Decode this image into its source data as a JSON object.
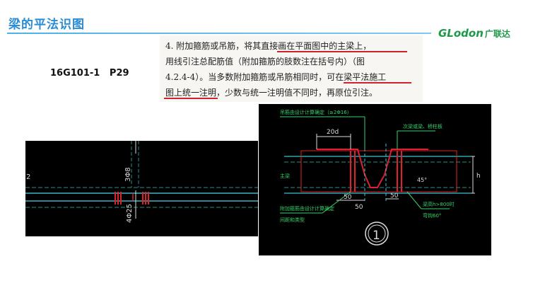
{
  "header": {
    "title": "梁的平法识图",
    "logo_latin": "GLodon",
    "logo_cn": "广联达"
  },
  "reference": "16G101-1   P29",
  "excerpt": {
    "lines": [
      "4. 附加箍筋或吊筋，将其直接画在平面图中的主梁上，",
      "用线引注总配筋值（附加箍筋的肢数注在括号内）（图",
      "4.2.4-4）。当多数附加箍筋或吊筋相同时，可在梁平法施工",
      "图上统一注明，少数与统一注明值不同时，再原位引注。"
    ]
  },
  "left_drawing": {
    "label_top": "3Φ8",
    "label_bottom": "4Φ25",
    "edge_mark": "2"
  },
  "right_drawing": {
    "label_hanger": "吊筋由设计计算确定（≥2Φ16）",
    "label_20d": "20d",
    "label_secondary": "次梁或梁、桥柱板",
    "label_main": "主梁",
    "label_45": "45°",
    "label_h": "h",
    "label_50a": "50",
    "label_50b": "50",
    "label_50c": "50",
    "label_addstirrup": "附加箍筋由设计计算确定",
    "label_addstirrup2": "间距和类型",
    "label_beamh": "梁高h>800时",
    "label_angle": "弯钩60°",
    "circle_num": "1"
  },
  "colors": {
    "title": "#2a8bd6",
    "underline": "#d0222a",
    "cad_bg": "#000000",
    "cad_red": "#e0202a",
    "cad_cyan": "#35c7d6",
    "cad_green": "#36d36a"
  }
}
